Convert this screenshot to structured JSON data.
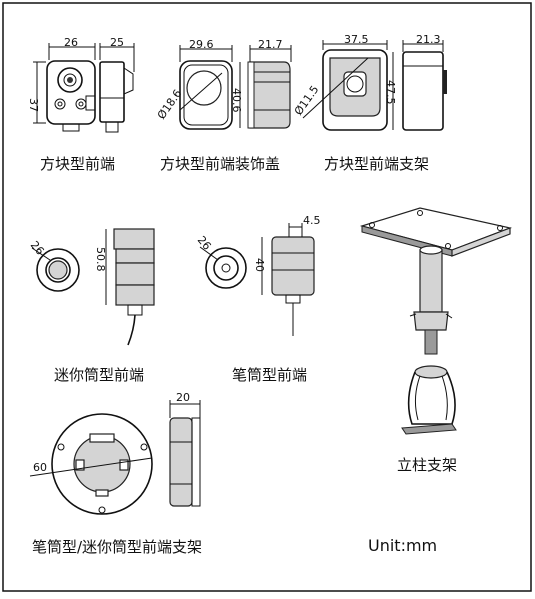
{
  "units": {
    "text": "Unit:mm"
  },
  "sections": {
    "square_front": {
      "caption": "方块型前端",
      "dims": {
        "width": "26",
        "depth": "25",
        "height": "37"
      }
    },
    "square_cover": {
      "caption": "方块型前端装饰盖",
      "dims": {
        "width": "29.6",
        "depth": "21.7",
        "diameter": "Ø18.6",
        "height": "40.6"
      }
    },
    "square_bracket": {
      "caption": "方块型前端支架",
      "dims": {
        "width": "37.5",
        "depth": "21.3",
        "diameter": "Ø11.5",
        "height": "47.5"
      }
    },
    "mini_tube": {
      "caption": "迷你筒型前端",
      "dims": {
        "diameter": "26",
        "length": "50.8"
      }
    },
    "pen_tube": {
      "caption": "笔筒型前端",
      "dims": {
        "diameter": "26",
        "length": "40",
        "lip": "4.5"
      }
    },
    "tube_bracket": {
      "caption": "笔筒型/迷你筒型前端支架",
      "dims": {
        "diameter": "60",
        "depth": "20"
      }
    },
    "pole_bracket": {
      "caption": "立柱支架"
    }
  }
}
